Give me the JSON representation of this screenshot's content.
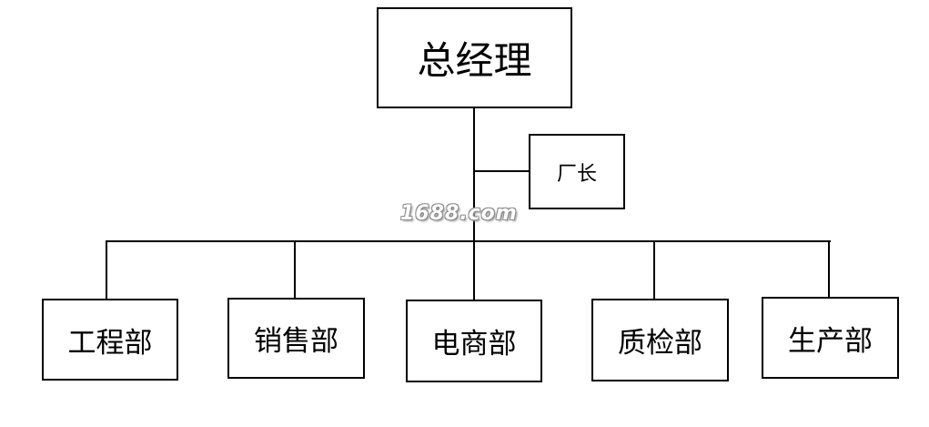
{
  "org_chart": {
    "ceo": {
      "label": "总经理"
    },
    "factory_director": {
      "label": "厂长"
    },
    "departments": [
      {
        "label": "工程部"
      },
      {
        "label": "销售部"
      },
      {
        "label": "电商部"
      },
      {
        "label": "质检部"
      },
      {
        "label": "生产部"
      }
    ]
  },
  "watermark": {
    "text": "1688.com"
  },
  "colors": {
    "line": "#000000",
    "box_border": "#000000",
    "background": "#ffffff",
    "watermark": "#8c8c8c"
  }
}
